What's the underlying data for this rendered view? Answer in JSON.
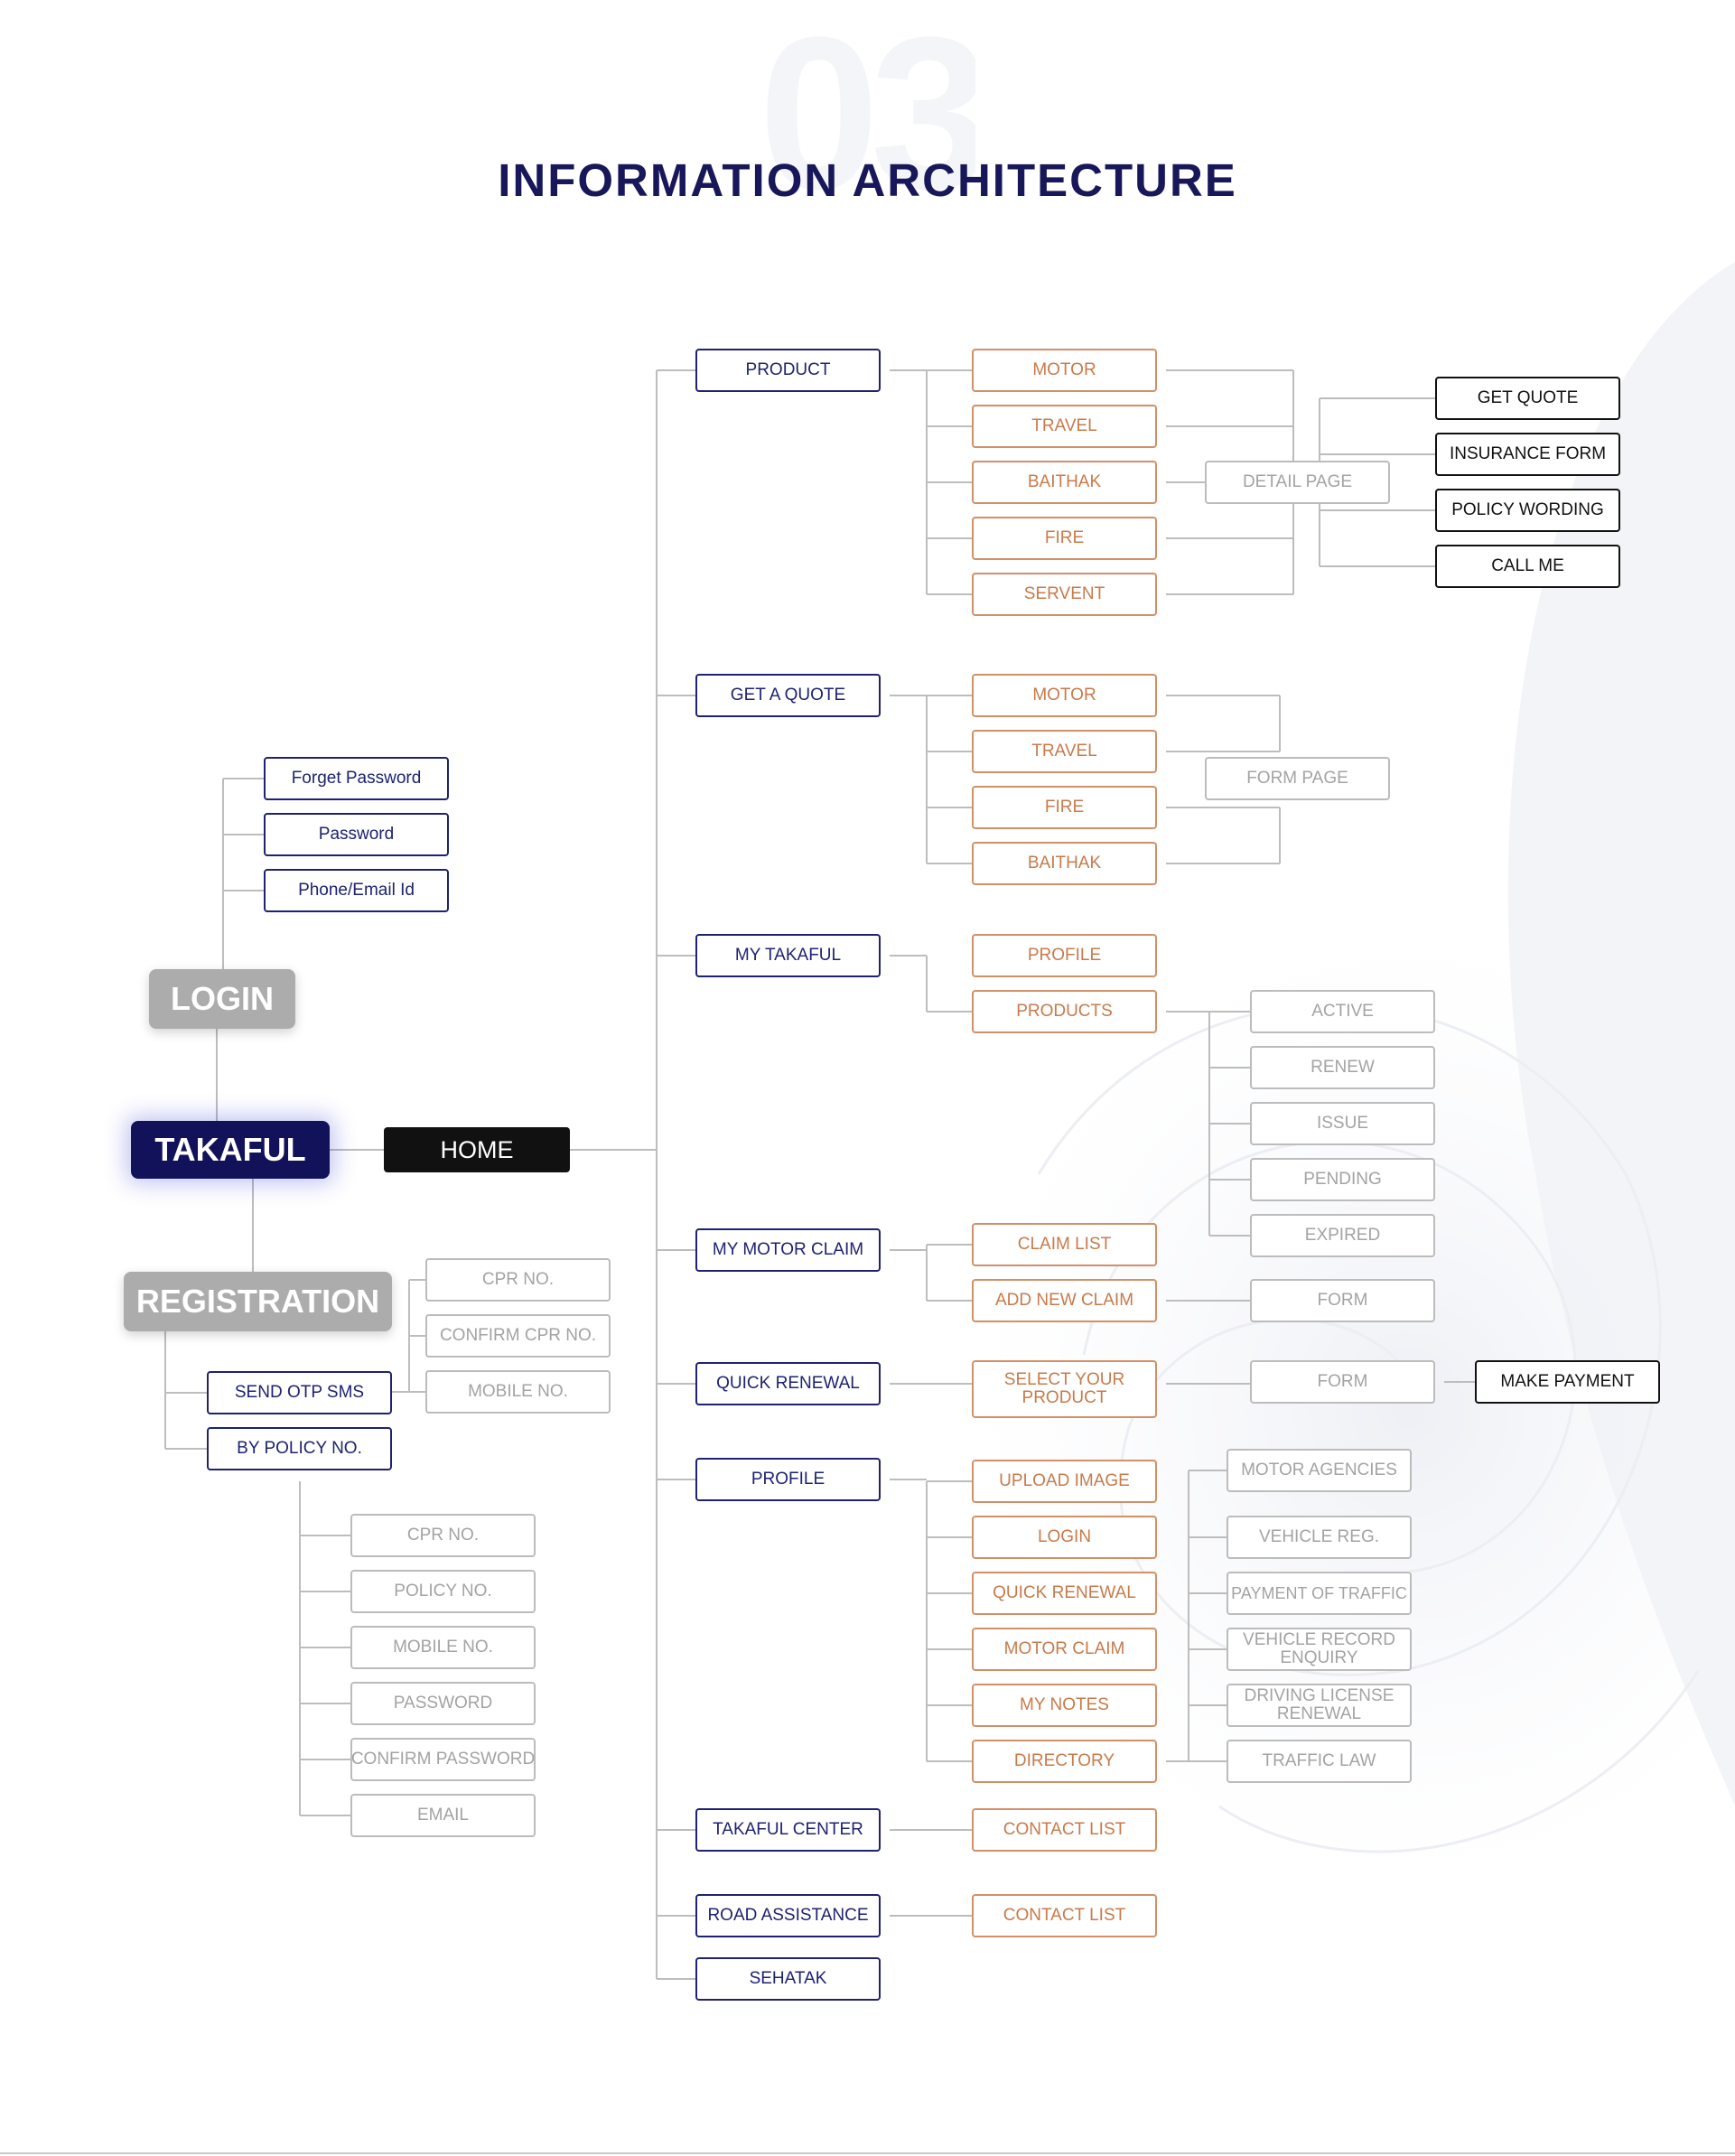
{
  "header": {
    "number": "03",
    "title": "INFORMATION ARCHITECTURE"
  },
  "root": {
    "takaful": "TAKAFUL",
    "home": "HOME",
    "login": "LOGIN",
    "registration": "REGISTRATION"
  },
  "login": {
    "fields": [
      "Forget Password",
      "Password",
      "Phone/Email Id"
    ]
  },
  "registration": {
    "fields": [
      "CPR NO.",
      "CONFIRM CPR NO.",
      "MOBILE NO."
    ],
    "methods": [
      "SEND OTP SMS",
      "BY POLICY NO."
    ],
    "policy_fields": [
      "CPR NO.",
      "POLICY NO.",
      "MOBILE NO.",
      "PASSWORD",
      "CONFIRM PASSWORD",
      "EMAIL"
    ]
  },
  "menu": [
    "PRODUCT",
    "GET A QUOTE",
    "MY TAKAFUL",
    "MY MOTOR CLAIM",
    "QUICK RENEWAL",
    "PROFILE",
    "TAKAFUL CENTER",
    "ROAD ASSISTANCE",
    "SEHATAK"
  ],
  "product": {
    "items": [
      "MOTOR",
      "TRAVEL",
      "BAITHAK",
      "FIRE",
      "SERVENT"
    ],
    "detail_page": "DETAIL PAGE",
    "detail_items": [
      "GET QUOTE",
      "INSURANCE FORM",
      "POLICY WORDING",
      "CALL ME"
    ]
  },
  "get_quote": {
    "items": [
      "MOTOR",
      "TRAVEL",
      "FIRE",
      "BAITHAK"
    ],
    "form_page": "FORM PAGE"
  },
  "my_takaful": {
    "items": [
      "PROFILE",
      "PRODUCTS"
    ],
    "statuses": [
      "ACTIVE",
      "RENEW",
      "ISSUE",
      "PENDING",
      "EXPIRED"
    ]
  },
  "motor_claim": {
    "items": [
      "CLAIM LIST",
      "ADD NEW CLAIM"
    ],
    "form": "FORM"
  },
  "quick_renewal": {
    "select": "SELECT YOUR PRODUCT",
    "form": "FORM",
    "payment": "MAKE PAYMENT"
  },
  "profile": {
    "items": [
      "UPLOAD IMAGE",
      "LOGIN",
      "QUICK RENEWAL",
      "MOTOR CLAIM",
      "MY NOTES",
      "DIRECTORY"
    ],
    "directory_items": [
      "MOTOR AGENCIES",
      "VEHICLE REG.",
      "PAYMENT OF TRAFFIC",
      "VEHICLE RECORD ENQUIRY",
      "DRIVING LICENSE RENEWAL",
      "TRAFFIC LAW"
    ]
  },
  "takaful_center": {
    "contact": "CONTACT LIST"
  },
  "road_assistance": {
    "contact": "CONTACT LIST"
  },
  "colors": {
    "navy": "#1e2270",
    "orange": "#c87a4a",
    "grey": "#a3a3a3",
    "line": "#bdbdbd",
    "title": "#17175a"
  }
}
